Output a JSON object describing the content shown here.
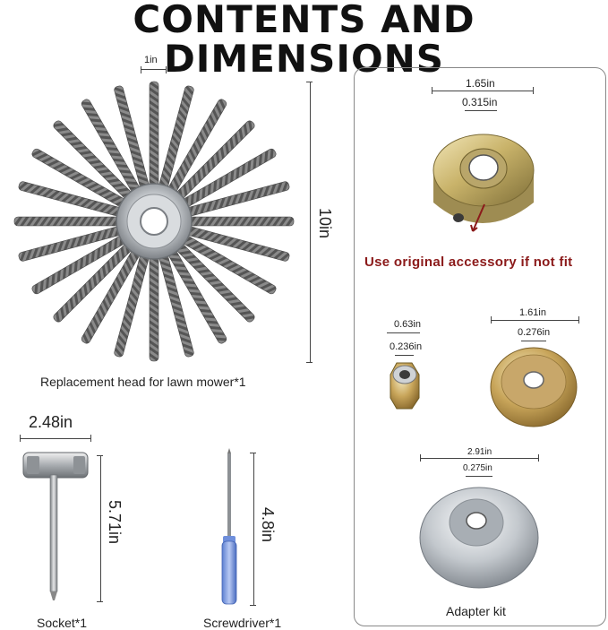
{
  "title": "CONTENTS AND DIMENSIONS",
  "head": {
    "caption": "Replacement head for lawn mower*1",
    "width": "1in",
    "height": "10in"
  },
  "socket": {
    "caption": "Socket*1",
    "width": "2.48in",
    "height": "5.71in"
  },
  "screwdriver": {
    "caption": "Screwdriver*1",
    "height": "4.8in"
  },
  "adapter_kit": {
    "caption": "Adapter kit",
    "warning": "Use original accessory if not fit",
    "collar": {
      "outer": "1.65in",
      "inner": "0.315in"
    },
    "nut": {
      "outer": "0.63in",
      "inner": "0.236in"
    },
    "washer": {
      "outer": "1.61in",
      "inner": "0.276in"
    },
    "cup": {
      "outer": "2.91in",
      "inner": "0.275in"
    }
  }
}
